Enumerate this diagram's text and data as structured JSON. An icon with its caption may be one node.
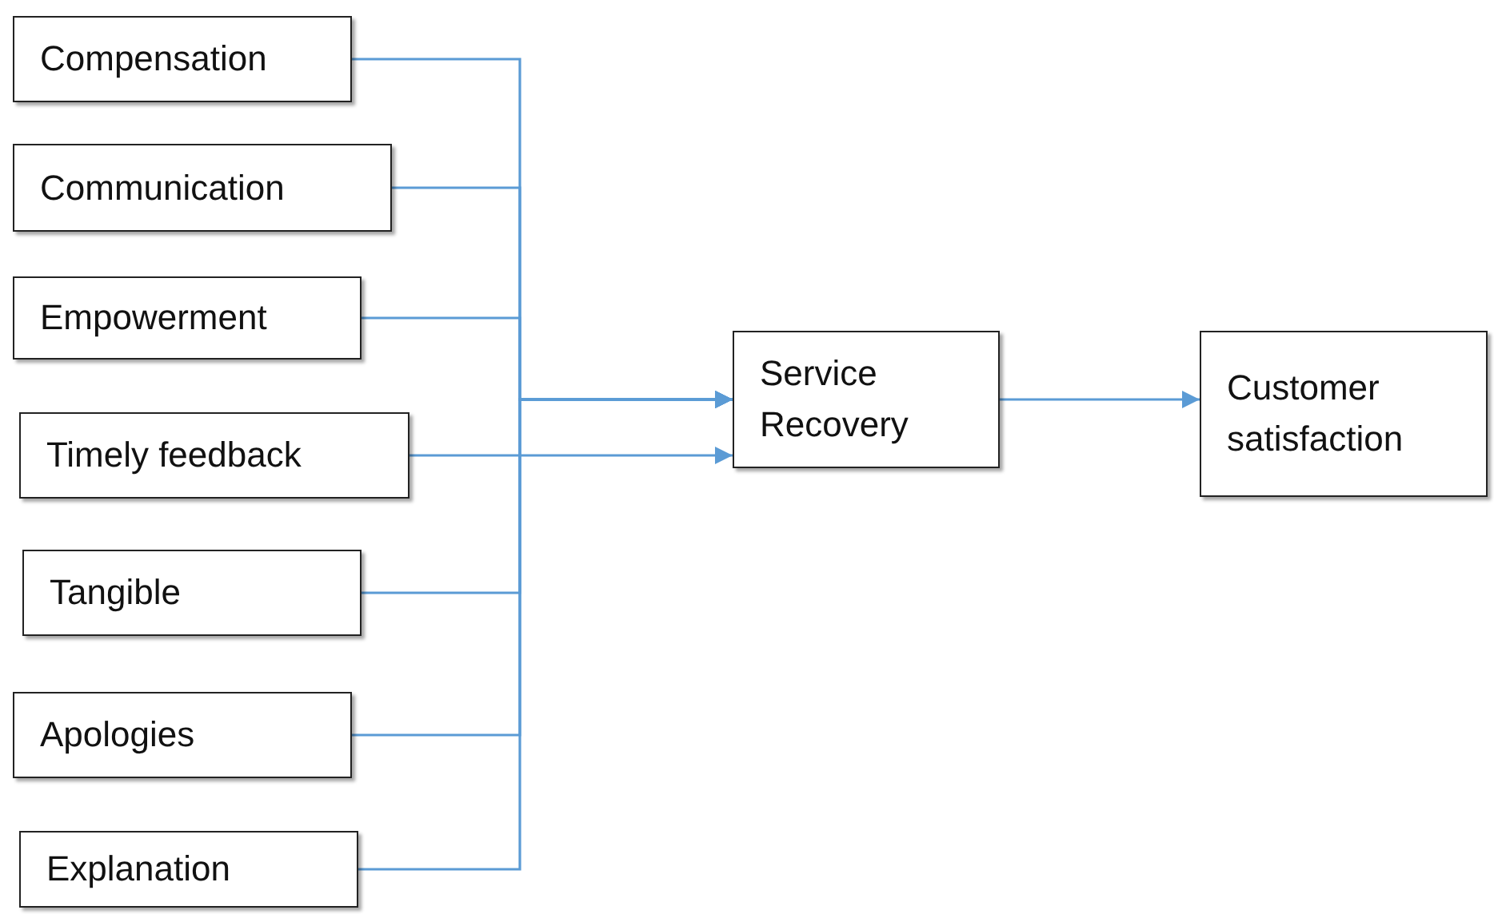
{
  "diagram": {
    "nodes": [
      {
        "text": [
          "Compensation"
        ]
      },
      {
        "text": [
          "Communication"
        ]
      },
      {
        "text": [
          "Empowerment"
        ]
      },
      {
        "text": [
          "Timely feedback"
        ]
      },
      {
        "text": [
          "Tangible"
        ]
      },
      {
        "text": [
          "Apologies"
        ]
      },
      {
        "text": [
          "Explanation"
        ]
      },
      {
        "text": [
          "Service Recovery"
        ]
      },
      {
        "text": [
          "Customer satisfaction"
        ]
      }
    ],
    "edges": [
      {
        "from": 0,
        "to": 7,
        "arrow": "to"
      },
      {
        "from": 1,
        "to": 7,
        "arrow": "to"
      },
      {
        "from": 2,
        "to": 7,
        "arrow": "to"
      },
      {
        "from": 3,
        "to": 7,
        "arrow": "to"
      },
      {
        "from": 4,
        "to": 7,
        "arrow": "to"
      },
      {
        "from": 5,
        "to": 7,
        "arrow": "to"
      },
      {
        "from": 6,
        "to": 7,
        "arrow": "to"
      },
      {
        "from": 7,
        "to": 8,
        "arrow": "to"
      }
    ]
  }
}
